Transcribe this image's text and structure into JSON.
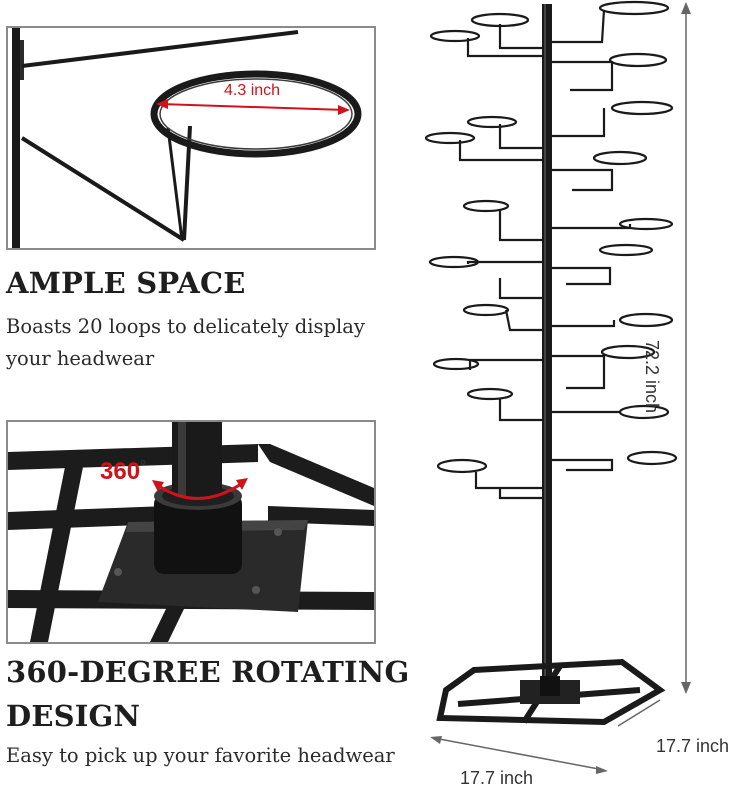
{
  "detail_loop": {
    "diameter_label": "4.3 inch"
  },
  "ample_space": {
    "title": "AMPLE SPACE",
    "description_line1": "Boasts 20 loops to delicately display",
    "description_line2": "your headwear"
  },
  "detail_base": {
    "rotation_label": "360",
    "degree_symbol": "°"
  },
  "rotating": {
    "title_line1": "360-DEGREE ROTATING",
    "title_line2": "DESIGN",
    "description": "Easy to pick up your favorite headwear"
  },
  "dimensions": {
    "height": "72.2 inch",
    "depth": "17.7 inch",
    "width": "17.7 inch"
  },
  "colors": {
    "accent": "#d0121a",
    "frame": "#8a8a8a",
    "metal": "#1a1a1a"
  }
}
